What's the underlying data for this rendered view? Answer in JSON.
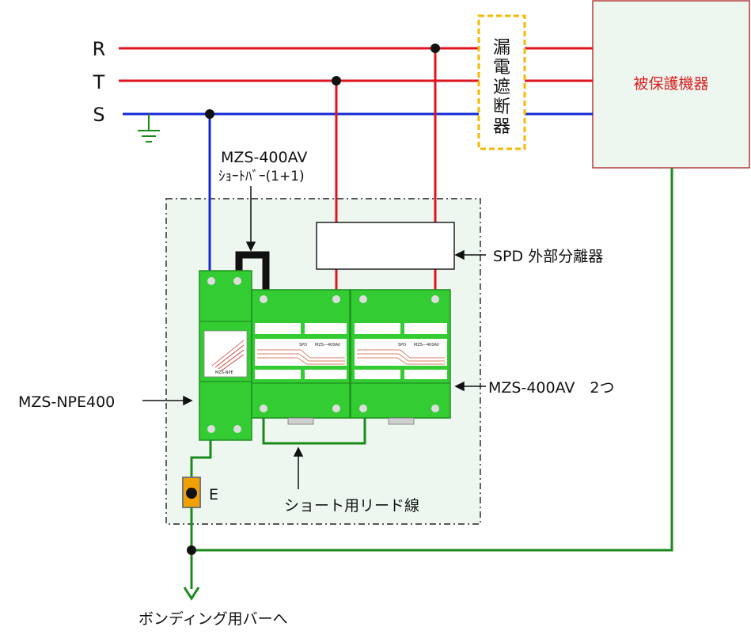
{
  "phases": [
    "R",
    "T",
    "S"
  ],
  "breaker_label": "漏電遮断器",
  "protected_device_label": "被保護機器",
  "short_bar_label": "MZS-400AV",
  "short_bar_sub": "ｼｮｰﾄﾊﾞｰ(1+1)",
  "spd_disconnector_label": "SPD 外部分離器",
  "spd_units_label": "MZS-400AV　2つ",
  "npe_label": "MZS-NPE400",
  "earth_label": "E",
  "short_lead_label": "ショート用リード線",
  "bonding_label": "ボンディング用バーへ",
  "spd_face_text": "SPD　　MZS―400AV",
  "npe_face_text": "MZS-NPE",
  "colors": {
    "r_line": "#e0141e",
    "s_line": "#1428d2",
    "ground": "#1a8a1a",
    "module": "#33cc33",
    "enclosure_fill": "#eef7ef",
    "breaker_border": "#f5b800",
    "device_text": "#d81e1e"
  }
}
